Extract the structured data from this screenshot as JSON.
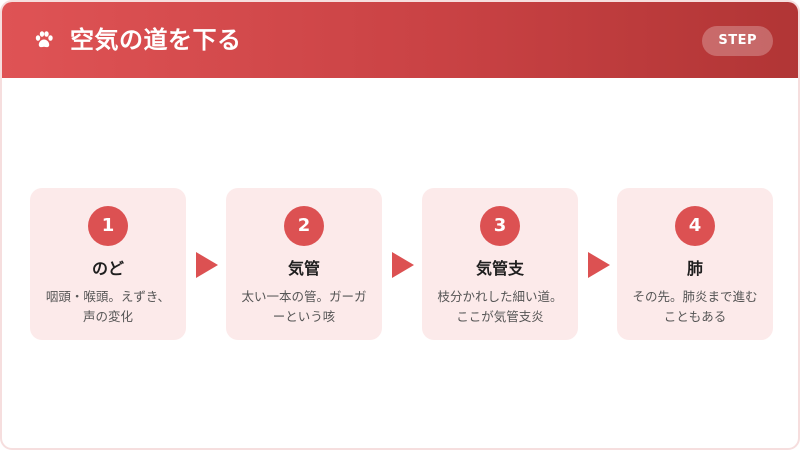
{
  "header": {
    "icon": "paw-icon",
    "title": "空気の道を下る",
    "badge": "STEP"
  },
  "colors": {
    "accent": "#dc5152",
    "card_bg": "#fceaea",
    "header_start": "#df5355",
    "header_end": "#b13535"
  },
  "steps": [
    {
      "number": "1",
      "title": "のど",
      "desc": "咽頭・喉頭。えずき、声の変化"
    },
    {
      "number": "2",
      "title": "気管",
      "desc": "太い一本の管。ガーガーという咳"
    },
    {
      "number": "3",
      "title": "気管支",
      "desc": "枝分かれした細い道。ここが気管支炎"
    },
    {
      "number": "4",
      "title": "肺",
      "desc": "その先。肺炎まで進むこともある"
    }
  ]
}
